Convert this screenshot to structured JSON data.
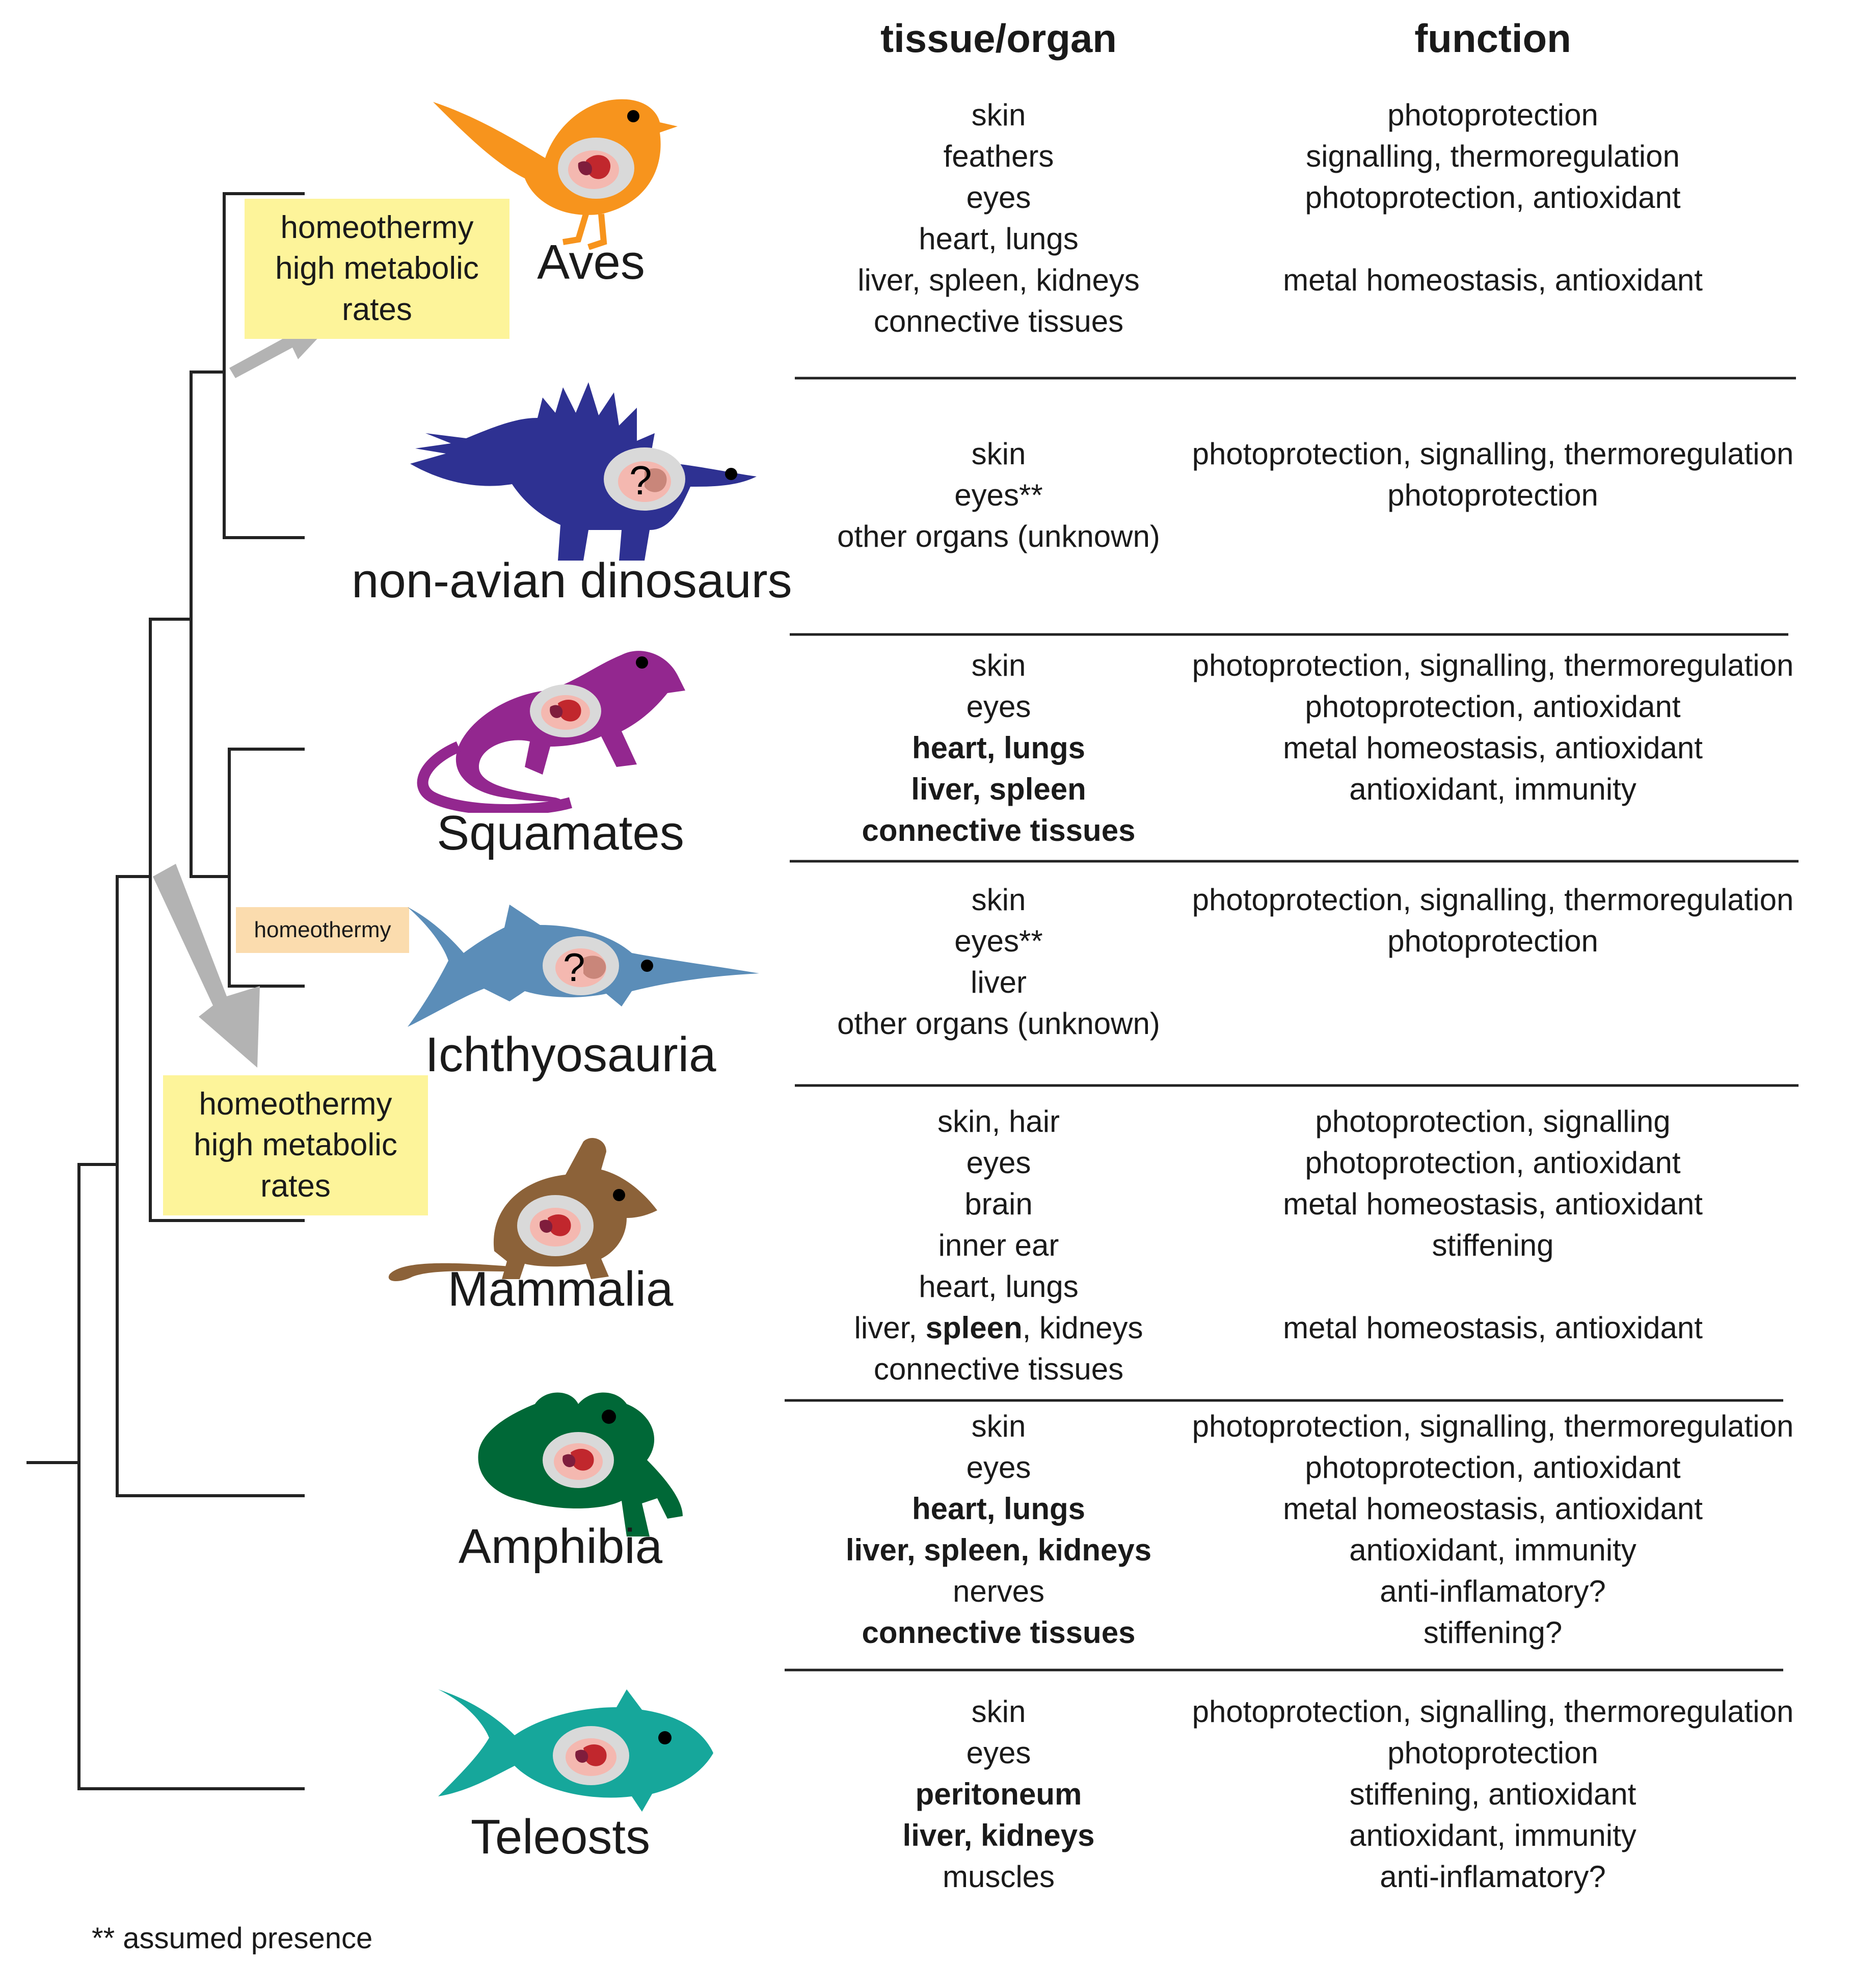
{
  "headers": {
    "organ": "tissue/organ",
    "function": "function"
  },
  "taxa": [
    {
      "name": "Aves",
      "color": "#f7941d",
      "unknown": false,
      "organs": [
        {
          "t": "skin"
        },
        {
          "t": "feathers"
        },
        {
          "t": "eyes"
        },
        {
          "t": "heart, lungs"
        },
        {
          "t": "liver, spleen, kidneys"
        },
        {
          "t": "connective tissues"
        }
      ],
      "functions": [
        "photoprotection",
        "signalling, thermoregulation",
        "photoprotection, antioxidant",
        "",
        "metal homeostasis, antioxidant",
        ""
      ]
    },
    {
      "name": "non-avian dinosaurs",
      "color": "#2e3192",
      "unknown": true,
      "organs": [
        {
          "t": "skin"
        },
        {
          "t": "eyes**"
        },
        {
          "t": "other organs (unknown)"
        }
      ],
      "functions": [
        "photoprotection, signalling, thermoregulation",
        "photoprotection",
        ""
      ]
    },
    {
      "name": "Squamates",
      "color": "#93278f",
      "unknown": false,
      "organs": [
        {
          "t": "skin"
        },
        {
          "t": "eyes"
        },
        {
          "t": "heart, lungs",
          "bold": true
        },
        {
          "t": "liver, spleen",
          "bold": true
        },
        {
          "t": "connective tissues",
          "bold": true
        }
      ],
      "functions": [
        "photoprotection, signalling, thermoregulation",
        "photoprotection, antioxidant",
        "metal homeostasis, antioxidant",
        "antioxidant, immunity",
        ""
      ]
    },
    {
      "name": "Ichthyosauria",
      "color": "#5b8db8",
      "unknown": true,
      "organs": [
        {
          "t": "skin"
        },
        {
          "t": "eyes**"
        },
        {
          "t": "liver"
        },
        {
          "t": "other organs (unknown)"
        }
      ],
      "functions": [
        "photoprotection, signalling, thermoregulation",
        "photoprotection",
        "",
        ""
      ]
    },
    {
      "name": "Mammalia",
      "color": "#8c6239",
      "unknown": false,
      "organs": [
        {
          "t": "skin, hair"
        },
        {
          "t": "eyes"
        },
        {
          "t": "brain"
        },
        {
          "t": "inner ear"
        },
        {
          "t": "heart, lungs"
        },
        {
          "parts": [
            {
              "t": "liver, "
            },
            {
              "t": "spleen",
              "bold": true
            },
            {
              "t": ", kidneys"
            }
          ]
        },
        {
          "t": "connective tissues"
        }
      ],
      "functions": [
        "photoprotection, signalling",
        "photoprotection, antioxidant",
        "metal homeostasis, antioxidant",
        "stiffening",
        "",
        "metal homeostasis, antioxidant",
        ""
      ]
    },
    {
      "name": "Amphibia",
      "color": "#006837",
      "unknown": false,
      "organs": [
        {
          "t": "skin"
        },
        {
          "t": "eyes"
        },
        {
          "t": "heart, lungs",
          "bold": true
        },
        {
          "t": "liver, spleen, kidneys",
          "bold": true
        },
        {
          "t": "nerves"
        },
        {
          "t": "connective tissues",
          "bold": true
        }
      ],
      "functions": [
        "photoprotection, signalling, thermoregulation",
        "photoprotection, antioxidant",
        "metal homeostasis, antioxidant",
        "antioxidant, immunity",
        "anti-inflamatory?",
        "stiffening?"
      ]
    },
    {
      "name": "Teleosts",
      "color": "#16a79b",
      "unknown": false,
      "organs": [
        {
          "t": "skin"
        },
        {
          "t": "eyes"
        },
        {
          "t": "peritoneum",
          "bold": true
        },
        {
          "t": "liver, kidneys",
          "bold": true
        },
        {
          "t": "muscles"
        }
      ],
      "functions": [
        "photoprotection, signalling, thermoregulation",
        "photoprotection",
        "stiffening, antioxidant",
        "antioxidant, immunity",
        "anti-inflamatory?"
      ]
    }
  ],
  "annotations": {
    "aves_box": [
      "homeothermy",
      "high metabolic",
      "rates"
    ],
    "ichthyo_box": "homeothermy",
    "mammal_box": [
      "homeothermy",
      "high metabolic",
      "rates"
    ]
  },
  "question_mark": "?",
  "footnote": "** assumed presence",
  "colors": {
    "yellow_box": "#fdf49a",
    "peach_box": "#fbdcae",
    "arrow": "#b3b3b3",
    "line": "#222222"
  }
}
